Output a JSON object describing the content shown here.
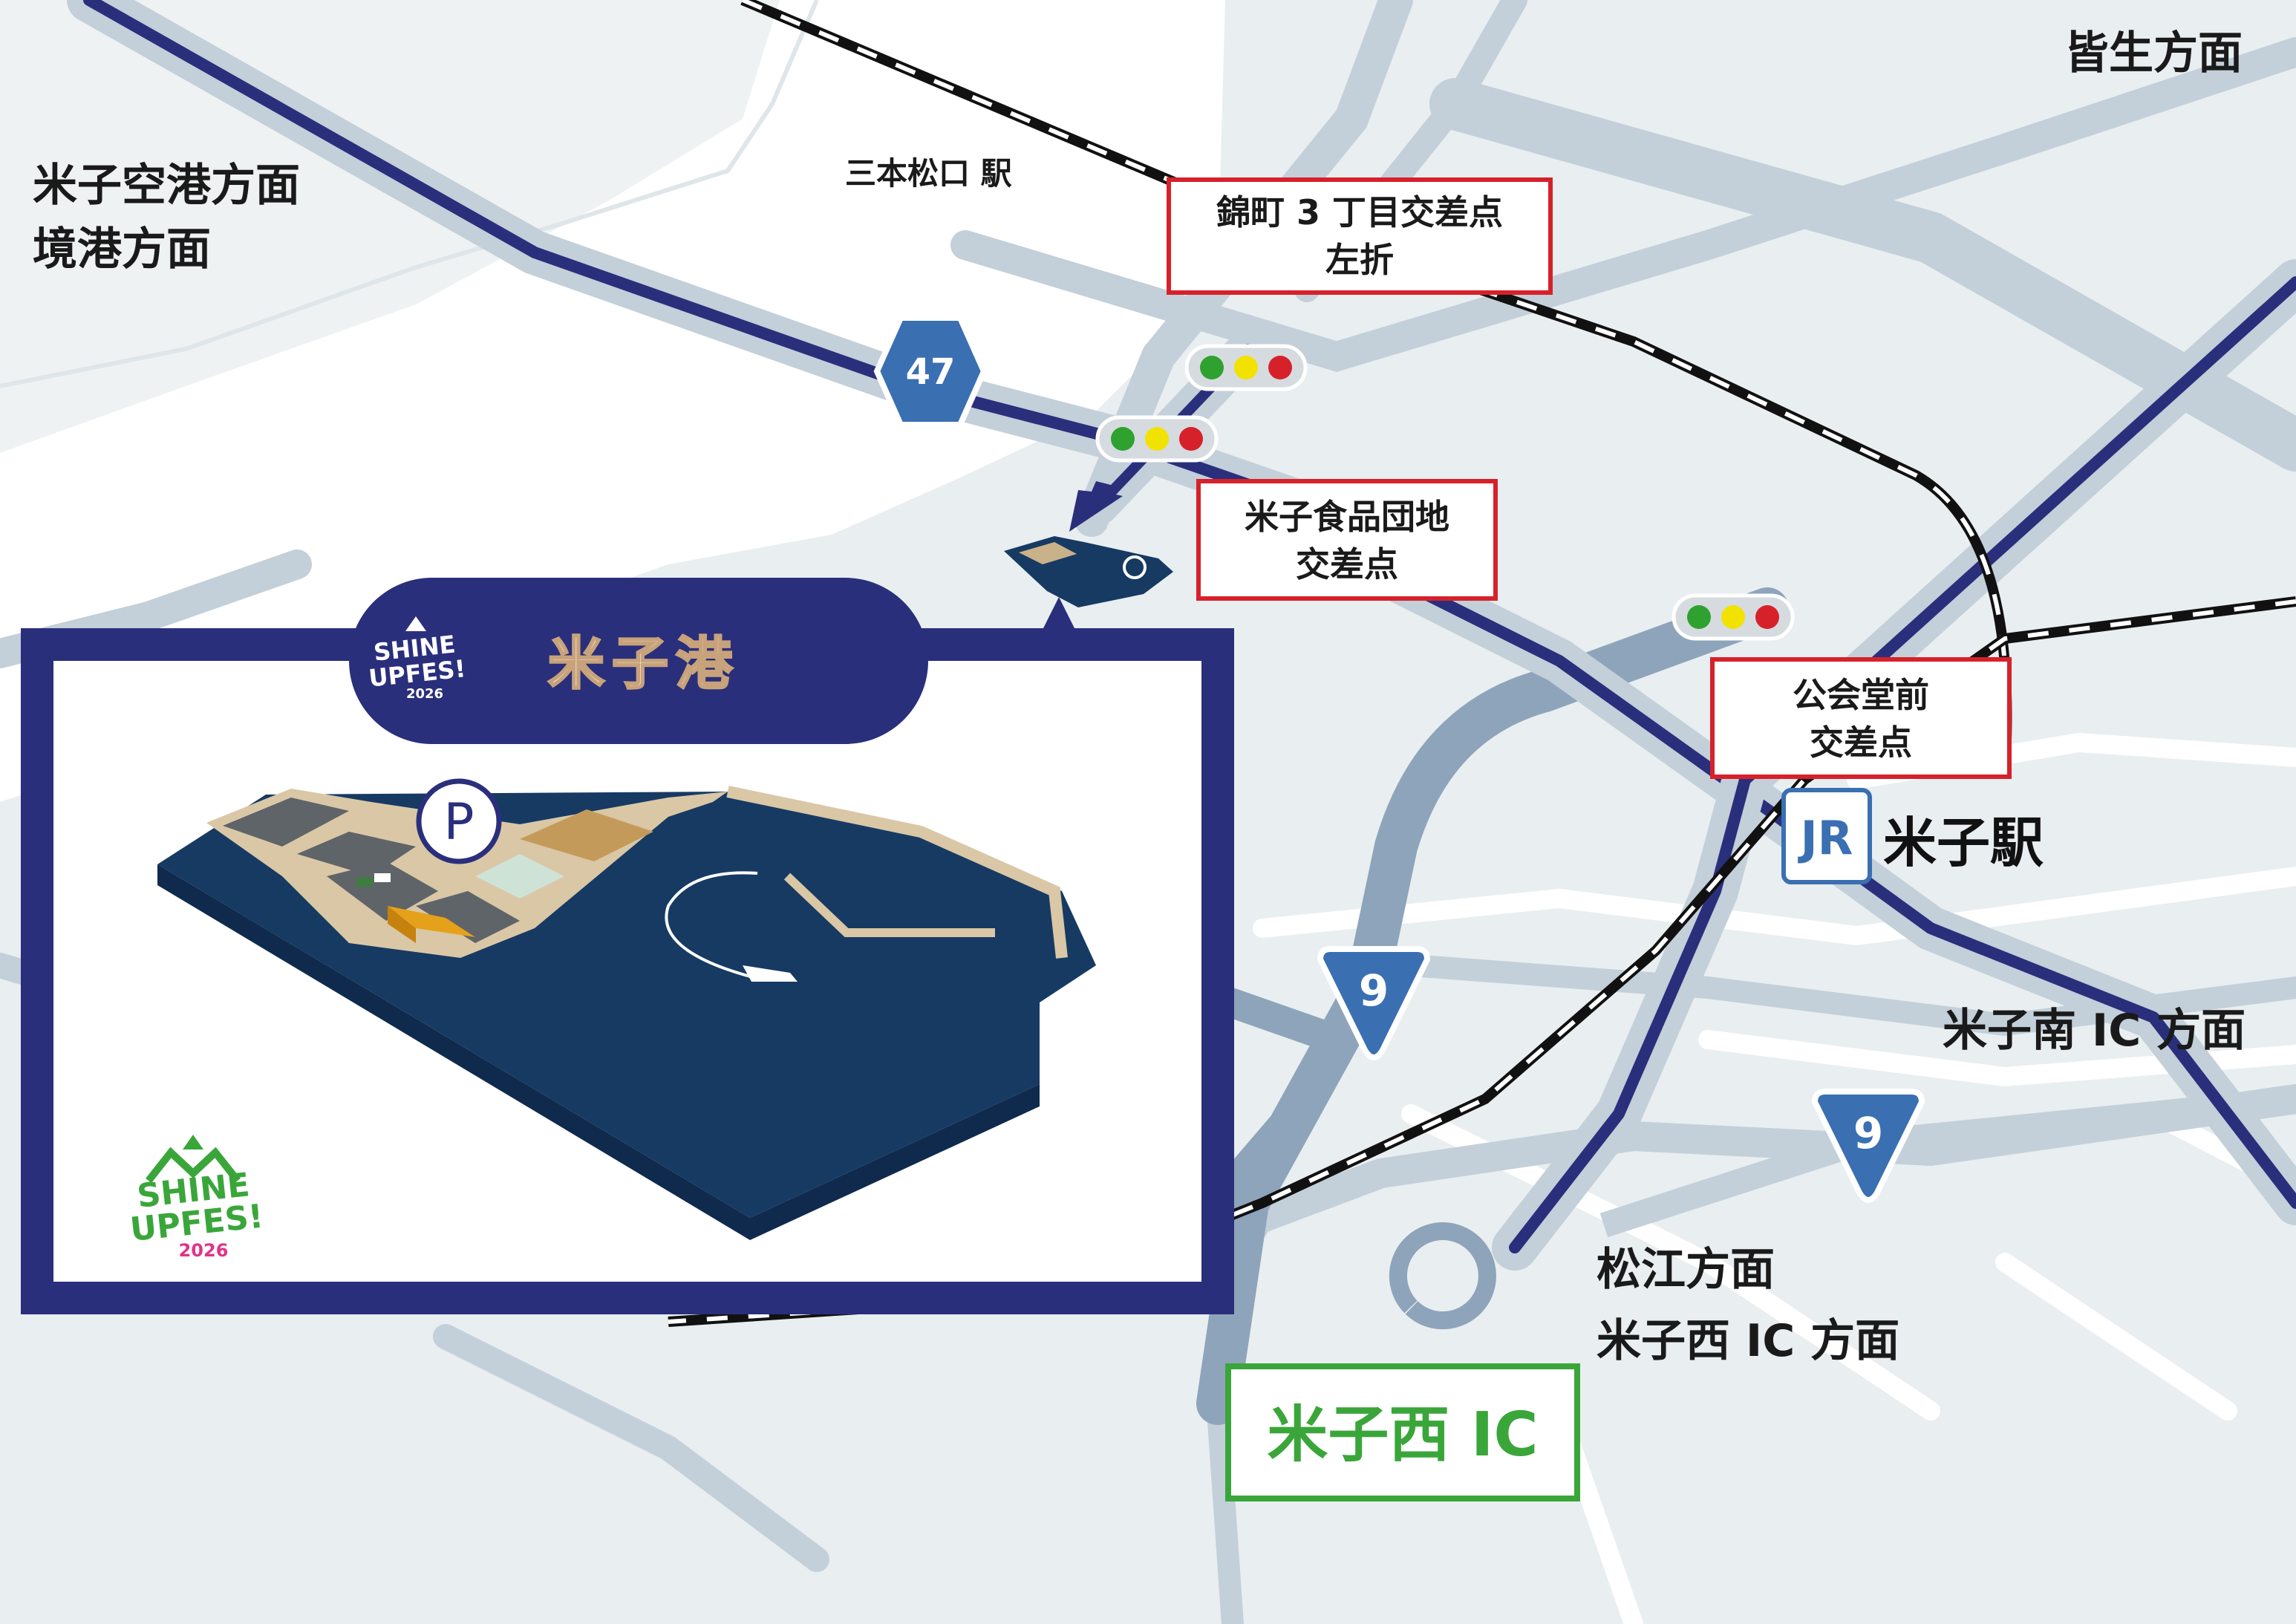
{
  "colors": {
    "land": "#e9eef0",
    "sea": "#ffffff",
    "major_road": "#c3cfd9",
    "highway": "#8ea4bb",
    "route_line": "#2a2f7c",
    "rail": "#111111",
    "callout_border": "#d6212a",
    "ic_green": "#3aa63a",
    "route_badge": "#3a6fb2",
    "panel_navy": "#2a2f7c",
    "harbor_water": "#173a63"
  },
  "labels": {
    "minaseiku": "皆生方面",
    "airport_line1": "米子空港方面",
    "airport_line2": "境港方面",
    "sanbonmatsu": "三本松口 駅",
    "yonago_south_ic": "米子南 IC 方面",
    "matsue_line1": "松江方面",
    "matsue_line2": "米子西 IC 方面"
  },
  "callouts": {
    "nishikimachi_line1": "錦町 3 丁目交差点",
    "nishikimachi_line2": "左折",
    "shokuhin_line1": "米子食品団地",
    "shokuhin_line2": "交差点",
    "kokaido_line1": "公会堂前",
    "kokaido_line2": "交差点"
  },
  "station": {
    "jr_badge": "JR",
    "name": "米子駅"
  },
  "ic_box": {
    "label": "米子西 IC"
  },
  "route_badges": {
    "r47": "47",
    "r9_a": "9",
    "r9_b": "9"
  },
  "inset": {
    "title": "米子港",
    "logo_line1": "SHINE",
    "logo_line2": "UPFES!",
    "logo_year": "2026",
    "parking_symbol": "P"
  },
  "icons": [
    "traffic-light-icon",
    "parking-icon",
    "bus-icon",
    "ship-icon",
    "jr-logo-icon",
    "festival-logo-icon",
    "route-shield-icon",
    "pointer-arrow-icon"
  ]
}
